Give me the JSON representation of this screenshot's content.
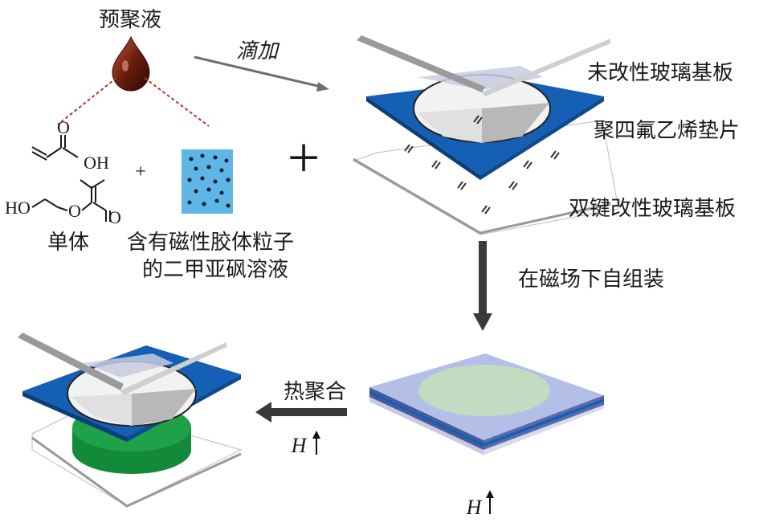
{
  "labels": {
    "prepolymer": "预聚液",
    "drip": "滴加",
    "unmodified_glass": "未改性玻璃基板",
    "ptfe_spacer": "聚四氟乙烯垫片",
    "double_bond_glass": "双键改性玻璃基板",
    "monomer": "单体",
    "magnetic_solution_line1": "含有磁性胶体粒子",
    "magnetic_solution_line2": "的二甲亚砜溶液",
    "self_assembly": "在磁场下自组装",
    "thermal_polymerization": "热聚合",
    "field_label_1": "H",
    "field_label_2": "H"
  },
  "chem": {
    "acrylic_o": "O",
    "acrylic_oh": "OH",
    "hema_ho": "HO",
    "hema_o_ester": "O",
    "hema_o_carbonyl": "O",
    "plus_small": "+",
    "plus_big": "+"
  },
  "colors": {
    "blue_spacer": "#1560b5",
    "light_glass": "#b3bfe6",
    "green_film": "#1fa14a",
    "pale_green_film": "#c2dcc1",
    "droplet": "#5b1a0a",
    "particle_box": "#5eb6e6",
    "dashed_line": "#b03a2e",
    "arrow_gray": "#666666"
  }
}
